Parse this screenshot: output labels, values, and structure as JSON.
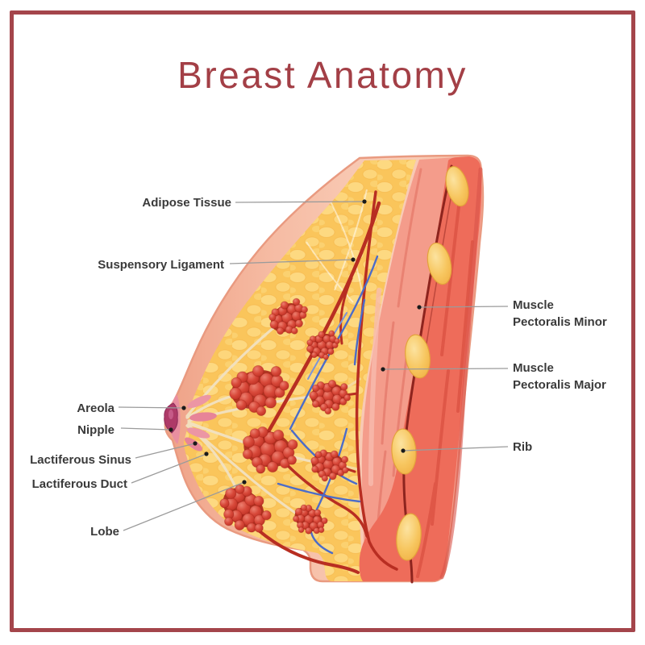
{
  "title": "Breast Anatomy",
  "labels": {
    "adipose": "Adipose Tissue",
    "ligament": "Suspensory Ligament",
    "areola": "Areola",
    "nipple": "Nipple",
    "sinus": "Lactiferous Sinus",
    "duct": "Lactiferous Duct",
    "lobe": "Lobe",
    "pec_minor_1": "Muscle",
    "pec_minor_2": "Pectoralis Minor",
    "pec_major_1": "Muscle",
    "pec_major_2": "Pectoralis Major",
    "rib": "Rib"
  },
  "colors": {
    "frame_border": "#A4454B",
    "title_text": "#A33F46",
    "label_text": "#3A3A3A",
    "leader_line": "#9B9B9B",
    "leader_dot": "#1A1A1A",
    "skin": "#F6BCA4",
    "adipose": "#FAC55B",
    "adipose_bump": "#FDDC85",
    "muscle": "#F49C8B",
    "deep_muscle": "#EE6C5A",
    "rib_bone": "#F6C35C",
    "lobe_red": "#C93527",
    "vein_blue": "#4C6CC8",
    "vessel_red": "#B82E22",
    "duct_cream": "#F2E2C2",
    "nipple_pink": "#AE3A68",
    "background": "#FFFFFF"
  }
}
